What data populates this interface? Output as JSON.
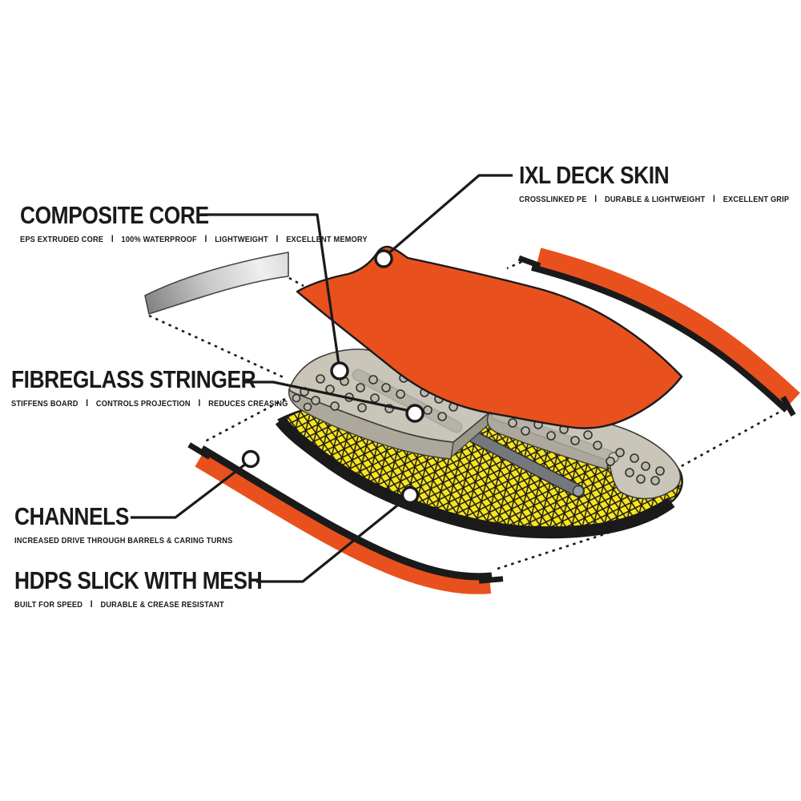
{
  "page_title": "Bodyboard construction exploded diagram",
  "separator_glyph": "I",
  "colors": {
    "orange": "#E8511D",
    "yellow": "#F8E51C",
    "core_gray": "#C9C5B8",
    "core_face": "#ACA89B",
    "core_face_dark": "#9A968A",
    "hole_fill": "#BDB9AD",
    "rod_dark": "#74777B",
    "rod_light": "#B6B3A9",
    "black": "#1A1A1A",
    "white": "#FFFFFF"
  },
  "labels": [
    {
      "id": "deck-skin",
      "title": "IXL DECK SKIN",
      "features": [
        "CROSSLINKED PE",
        "DURABLE & LIGHTWEIGHT",
        "EXCELLENT GRIP"
      ]
    },
    {
      "id": "composite-core",
      "title": "COMPOSITE CORE",
      "features": [
        "EPS EXTRUDED CORE",
        "100% WATERPROOF",
        "LIGHTWEIGHT",
        "EXCELLENT MEMORY"
      ]
    },
    {
      "id": "fibreglass-stringer",
      "title": "FIBREGLASS STRINGER",
      "features": [
        "STIFFENS BOARD",
        "CONTROLS PROJECTION",
        "REDUCES CREASING"
      ]
    },
    {
      "id": "channels",
      "title": "CHANNELS",
      "features": [
        "INCREASED DRIVE THROUGH BARRELS & CARING TURNS"
      ]
    },
    {
      "id": "hdps-slick",
      "title": "HDPS SLICK WITH MESH",
      "features": [
        "BUILT FOR SPEED",
        "DURABLE & CREASE RESISTANT"
      ]
    }
  ],
  "diagram_parts": [
    "stringer-arc",
    "deck-skin-layer",
    "composite-core-slab",
    "fibreglass-stringer-rod",
    "hdps-mesh-slick-layer",
    "channel-rail-left",
    "channel-rail-right"
  ]
}
